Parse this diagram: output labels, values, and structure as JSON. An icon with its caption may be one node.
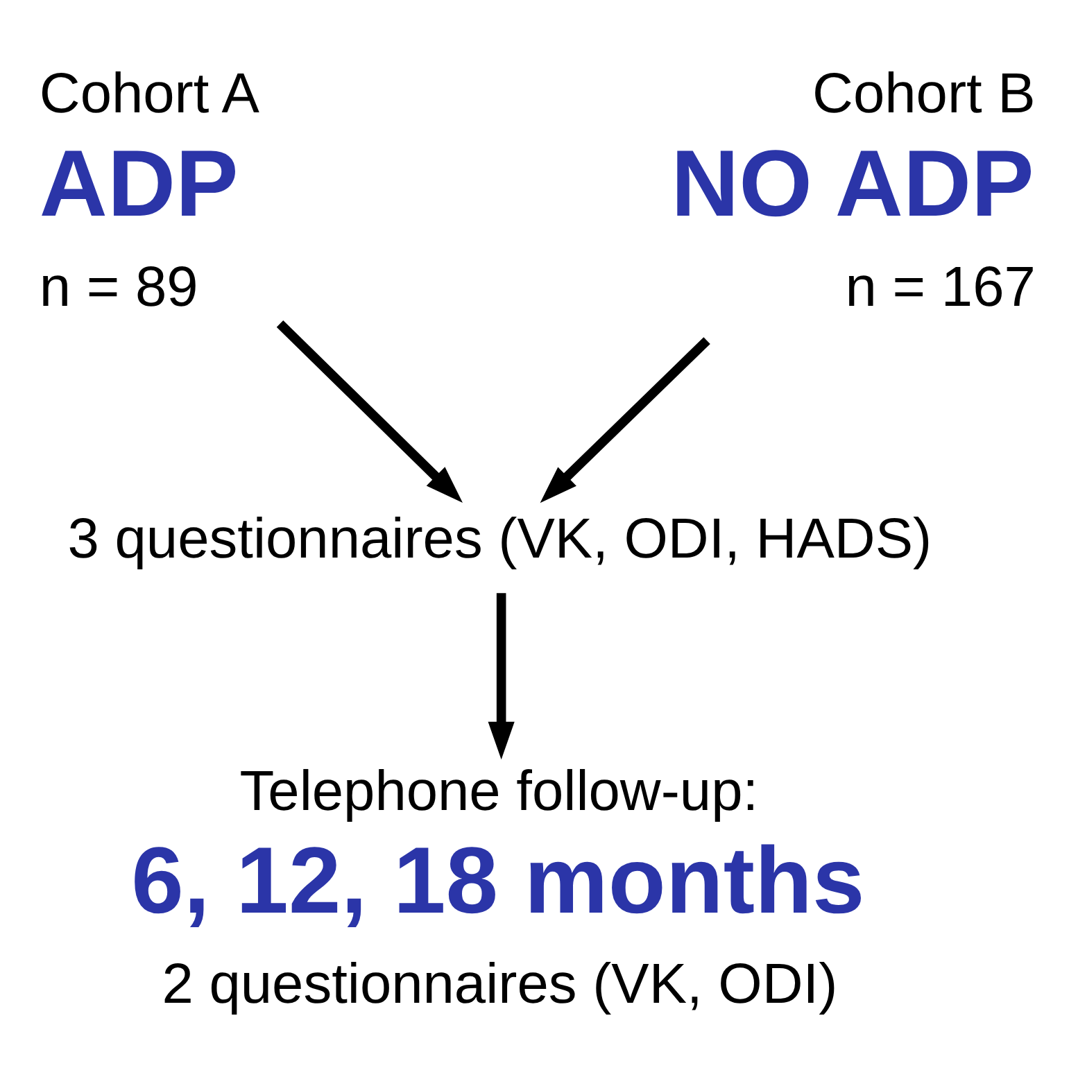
{
  "diagram": {
    "nodes": [
      {
        "text": [
          "Cohort A",
          "ADP",
          "n = 89"
        ]
      },
      {
        "text": [
          "Cohort B",
          "NO ADP",
          "n = 167"
        ]
      },
      {
        "text": [
          "3 questionnaires (VK, ODI, HADS)"
        ]
      },
      {
        "text": [
          "Telephone follow-up:",
          "6, 12, 18 months",
          "2 questionnaires (VK, ODI)"
        ]
      }
    ],
    "edges": [
      {
        "from": 0,
        "to": 2,
        "arrow": "to"
      },
      {
        "from": 1,
        "to": 2,
        "arrow": "to"
      },
      {
        "from": 2,
        "to": 3,
        "arrow": "to"
      }
    ]
  }
}
